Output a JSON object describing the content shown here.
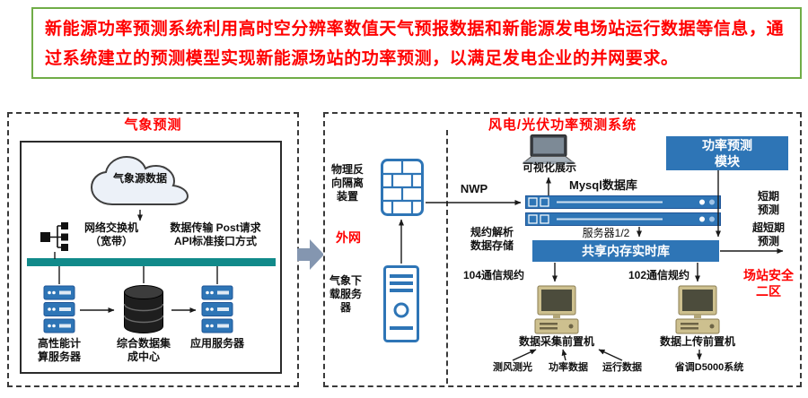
{
  "header": {
    "text": "新能源功率预测系统利用高时空分辨率数值天气预报数据和新能源发电场站运行数据等信息，通过系统建立的预测模型实现新能源场站的功率预测，以满足发电企业的并网要求。"
  },
  "weather_panel": {
    "title": "气象预测",
    "cloud_label": "气象源数据",
    "switch_label": "网络交换机\n（宽带）",
    "api_label": "数据传输 Post请求\nAPI标准接口方式",
    "servers": [
      {
        "label": "高性能计\n算服务器"
      },
      {
        "label": "综合数据集\n成中心"
      },
      {
        "label": "应用服务器"
      }
    ]
  },
  "power_panel": {
    "title": "风电/光伏功率预测系统",
    "isolation_label": "物理反\n向隔离\n装置",
    "extranet_label": "外网",
    "nwp_label": "NWP",
    "weather_download_label": "气象下\n载服务\n器",
    "visualization_label": "可视化展示",
    "mysql_label": "Mysql数据库",
    "servers_label": "服务器1/2",
    "power_module_label": "功率预测\n模块",
    "short_term_label": "短期\n预测",
    "ultra_short_term_label": "超短期\n预测",
    "shared_memory_label": "共享内存实时库",
    "protocol_parse_label": "规约解析\n数据存储",
    "protocol_104": "104通信规约",
    "protocol_102": "102通信规约",
    "collector_label": "数据采集前置机",
    "uploader_label": "数据上传前置机",
    "zone_label": "场站安全\n二区",
    "sources": [
      "测风测光",
      "功率数据",
      "运行数据"
    ],
    "dispatch_label": "省调D5000系统"
  },
  "icons": {
    "cloud-icon": "svg-cloud",
    "network-switch-icon": "svg-switch",
    "rack-server-icon": "svg-rack",
    "database-cylinder-icon": "svg-cylinder",
    "firewall-icon": "svg-brick-wall",
    "laptop-icon": "svg-laptop",
    "tower-server-icon": "svg-tower",
    "pc-terminal-icon": "svg-pc",
    "block-arrow-icon": "svg-arrow"
  },
  "colors": {
    "accent_blue": "#2E75B6",
    "teal": "#118A8A",
    "alert_red": "#FF0000",
    "border_green": "#70AD47",
    "terminal_tan": "#CDC08F",
    "block_arrow": "#8496B0"
  }
}
